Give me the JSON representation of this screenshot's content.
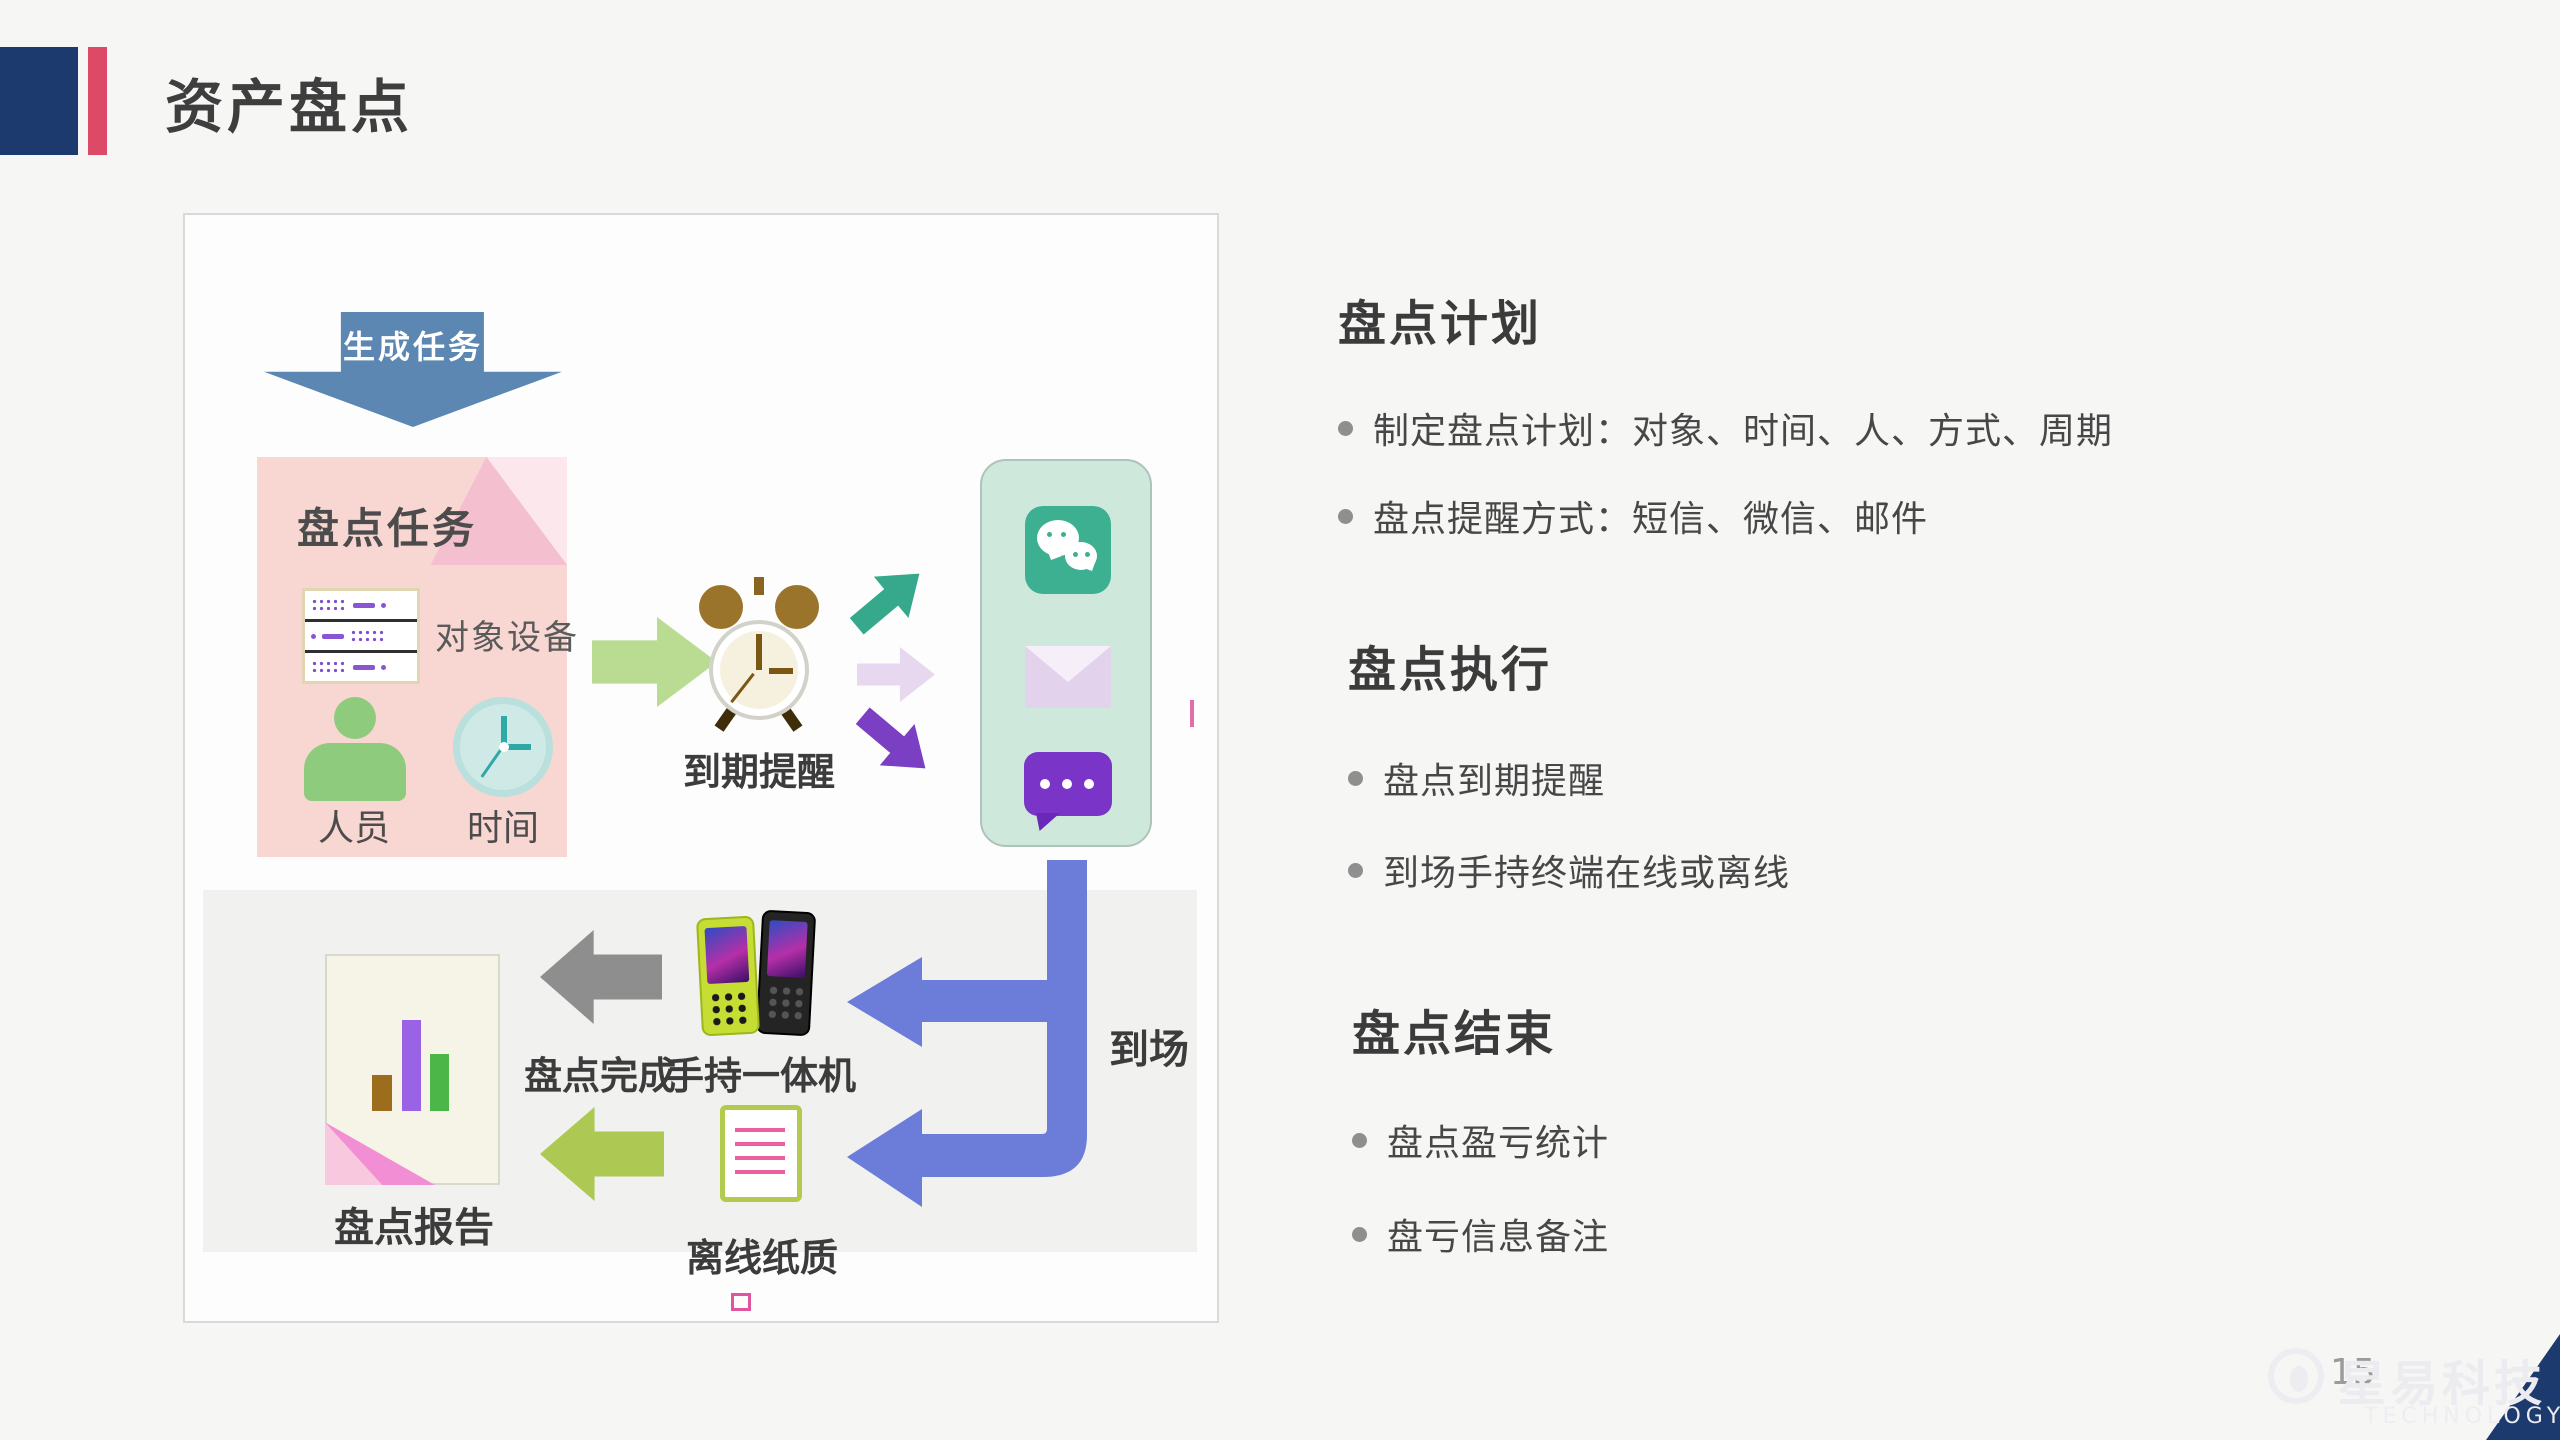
{
  "slide": {
    "title": "资产盘点",
    "page_number": "15",
    "colors": {
      "navy": "#1c3a6e",
      "red": "#dc4a67",
      "flow_blue": "#6b7dd8"
    }
  },
  "diagram": {
    "top_arrow_label": "生成任务",
    "task_doc": {
      "title": "盘点任务",
      "devices_label": "对象设备",
      "person_label": "人员",
      "time_label": "时间"
    },
    "reminder_label": "到期提醒",
    "arrival_label": "到场",
    "handheld_label": "手持一体机",
    "offline_label": "离线纸质",
    "complete_label": "盘点完成",
    "report_label": "盘点报告"
  },
  "sections": [
    {
      "heading": "盘点计划",
      "bullets": [
        "制定盘点计划：对象、时间、人、方式、周期",
        "盘点提醒方式：短信、微信、邮件"
      ]
    },
    {
      "heading": "盘点执行",
      "bullets": [
        "盘点到期提醒",
        "到场手持终端在线或离线"
      ]
    },
    {
      "heading": "盘点结束",
      "bullets": [
        "盘点盈亏统计",
        "盘亏信息备注"
      ]
    }
  ],
  "watermark": {
    "name": "星易科技",
    "subtitle": "TECHNOLOGY"
  }
}
